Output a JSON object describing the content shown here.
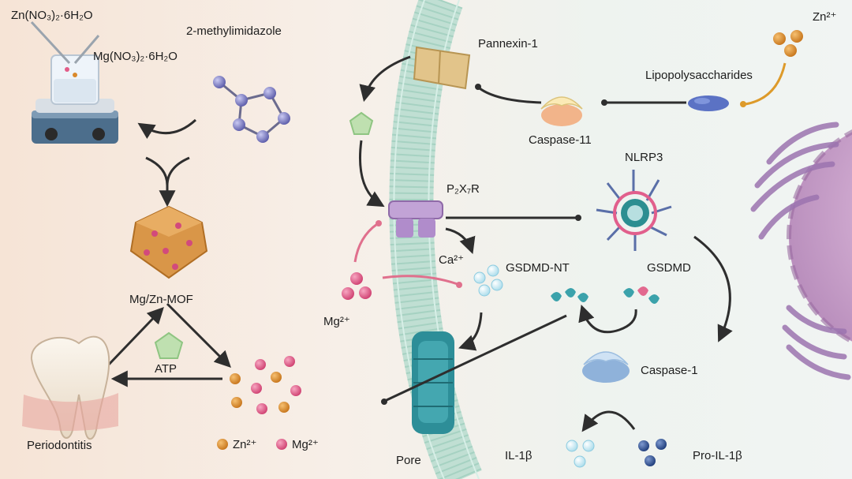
{
  "labels": {
    "zn_nitrate": "Zn(NO₃)₂·6H₂O",
    "mg_nitrate": "Mg(NO₃)₂·6H₂O",
    "methylimidazole": "2-methylimidazole",
    "mof": "Mg/Zn-MOF",
    "atp": "ATP",
    "periodontitis": "Periodontitis",
    "legend_zn": "Zn²⁺",
    "legend_mg": "Mg²⁺",
    "pannexin": "Pannexin-1",
    "lps": "Lipopolysaccharides",
    "zn_ion": "Zn²⁺",
    "caspase11": "Caspase-11",
    "nlrp3": "NLRP3",
    "p2x7r": "P₂X₇R",
    "ca_ion": "Ca²⁺",
    "gsdmd_nt": "GSDMD-NT",
    "gsdmd": "GSDMD",
    "mg_ion": "Mg²⁺",
    "caspase1": "Caspase-1",
    "il1b": "IL-1β",
    "pro_il1b": "Pro-IL-1β",
    "pore": "Pore"
  },
  "colors": {
    "zn": "#d9892b",
    "mg": "#e25c88",
    "atp": "#bfe0b0",
    "membrane": "#a7d3c4",
    "arrow": "#2e2e2e",
    "mg_arrow": "#e0708d",
    "zn_arrow": "#dd9a2a"
  }
}
